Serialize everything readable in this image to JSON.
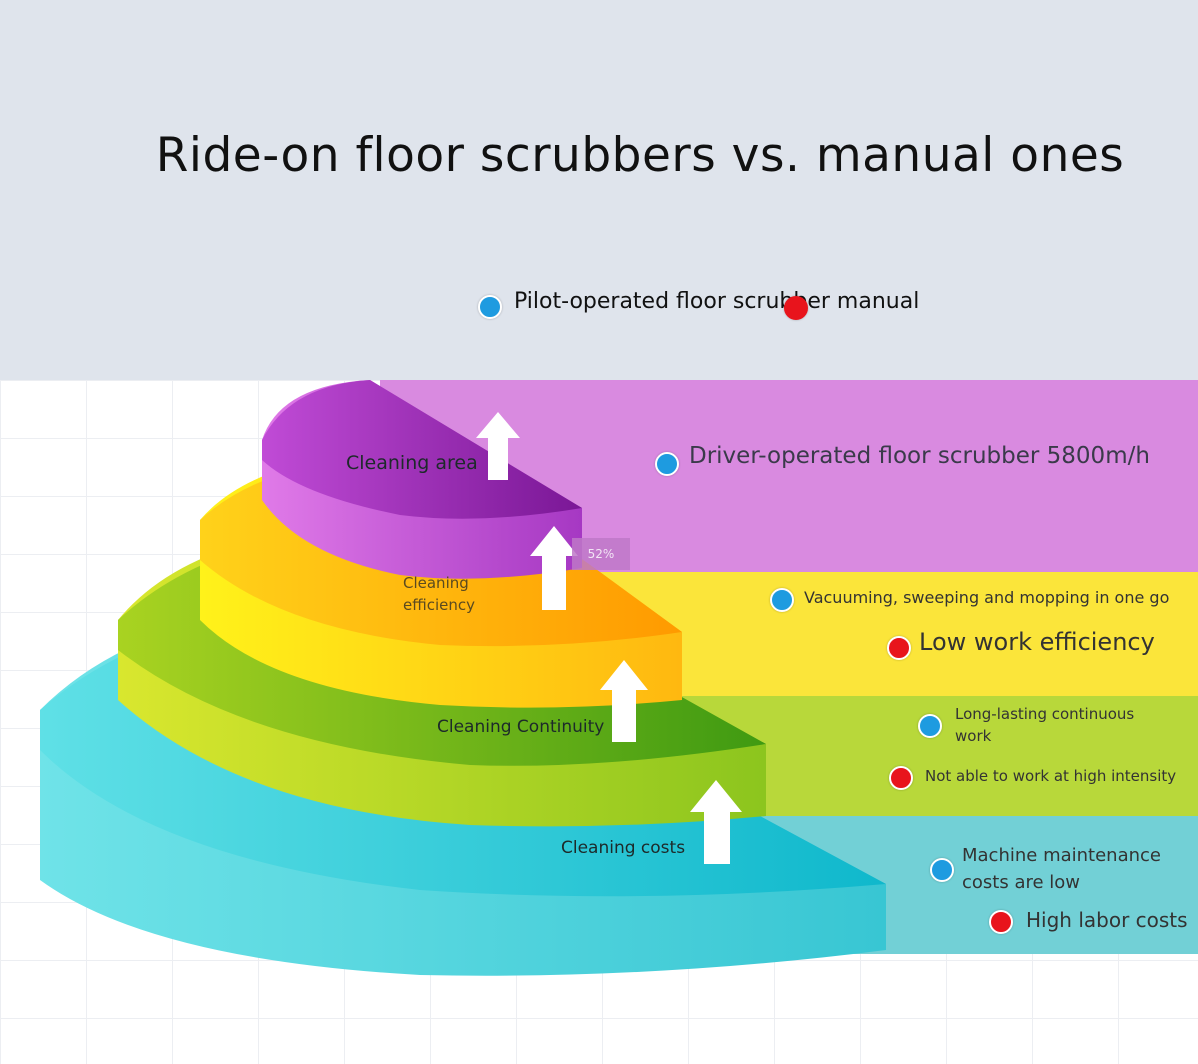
{
  "title": "Ride-on floor scrubbers vs. manual ones",
  "legend": {
    "items": [
      {
        "label": "Pilot-operated floor scrubber",
        "color": "#1e9be0"
      },
      {
        "label": "manual",
        "color": "#e8141c"
      }
    ],
    "text": "Pilot-operated floor scrubber manual"
  },
  "tiers": [
    {
      "label": "Cleaning area",
      "color": "#b04dc8",
      "pilot": "Driver-operated floor scrubber 5800m/h",
      "manual": ""
    },
    {
      "label": "Cleaning efficiency",
      "label_lines": [
        "Cleaning",
        "efficiency"
      ],
      "color": "#f7c90e",
      "badge": "52%",
      "pilot": "Vacuuming, sweeping and mopping in one go",
      "manual": "Low work efficiency"
    },
    {
      "label": "Cleaning Continuity",
      "color": "#9bc820",
      "pilot_lines": [
        "Long-lasting continuous",
        "work"
      ],
      "manual": "Not able to work at high intensity"
    },
    {
      "label": "Cleaning costs",
      "color": "#3cc9d6",
      "pilot_lines": [
        "Machine maintenance",
        "costs are low"
      ],
      "manual": "High labor costs"
    }
  ],
  "icons": {
    "tier_arrow": "up-arrow-icon",
    "legend_marker": "circle-dot-icon"
  }
}
